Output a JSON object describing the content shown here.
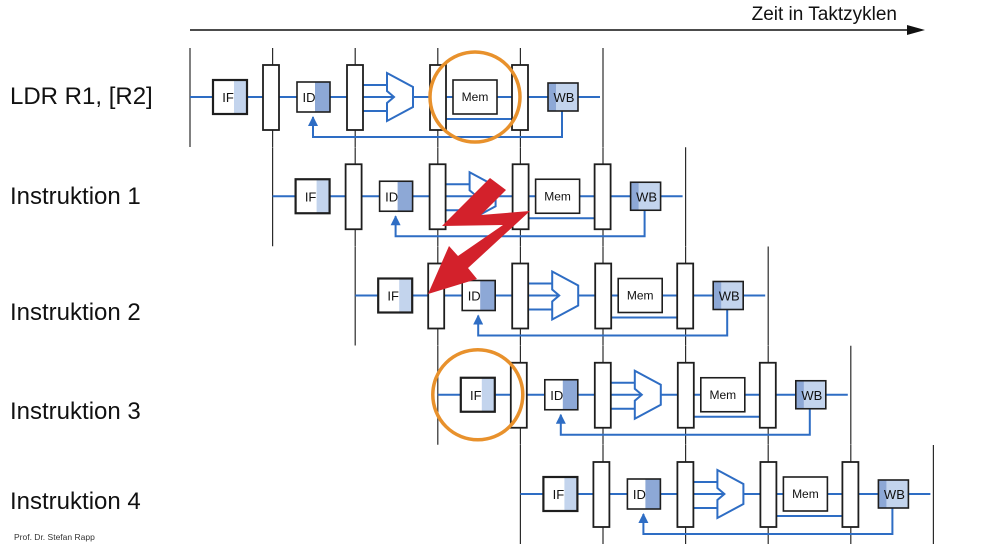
{
  "header": {
    "time_axis_label": "Zeit in Taktzyklen"
  },
  "instructions": [
    {
      "label": "LDR R1, [R2]"
    },
    {
      "label": "Instruktion 1"
    },
    {
      "label": "Instruktion 2"
    },
    {
      "label": "Instruktion 3"
    },
    {
      "label": "Instruktion 4"
    }
  ],
  "stages": {
    "fetch": "IF",
    "decode": "ID",
    "memory": "Mem",
    "writeback": "WB"
  },
  "highlights": [
    {
      "instruction": 0,
      "stage": "memory"
    },
    {
      "instruction": 3,
      "stage": "fetch"
    }
  ],
  "conflict_arrow": {
    "from_instruction": 1,
    "to_instruction": 2
  },
  "footer": {
    "author": "Prof. Dr. Stefan Rapp"
  },
  "colors": {
    "datapath": "#2E6DC4",
    "stage_fill_light": "#C3D4ED",
    "stage_fill_dark": "#8DA8D6",
    "highlight": "#E8912C",
    "hazard": "#D3212B",
    "outline": "#1E1E1E"
  }
}
